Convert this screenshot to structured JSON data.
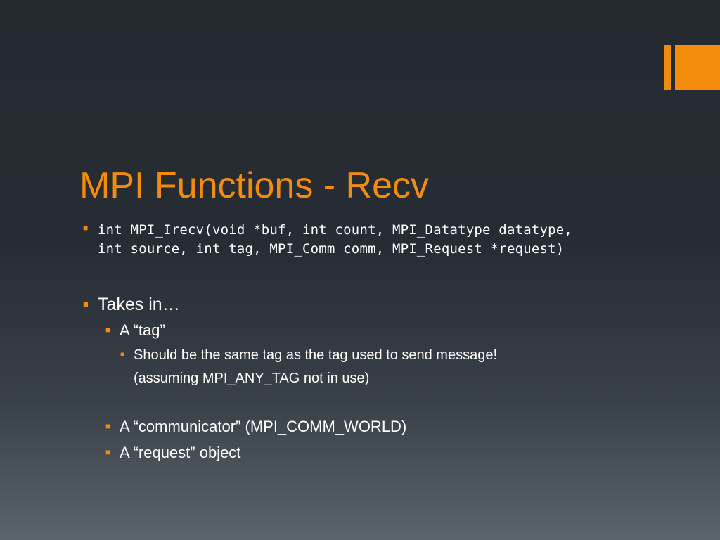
{
  "slide": {
    "accent_color": "#f38b0c",
    "title": "MPI Functions - Recv",
    "code_lines": [
      "int MPI_Irecv(void *buf, int count, MPI_Datatype datatype,",
      "int source, int tag, MPI_Comm comm, MPI_Request *request)"
    ],
    "takes_in": "Takes in…",
    "tag_item": "A “tag”",
    "tag_detail": "Should be the same tag as the tag used to send message!",
    "tag_note": "(assuming MPI_ANY_TAG not in use)",
    "communicator_item": "A “communicator” (MPI_COMM_WORLD)",
    "request_item": "A “request” object",
    "bullet_icon": "square-bullet-icon"
  }
}
